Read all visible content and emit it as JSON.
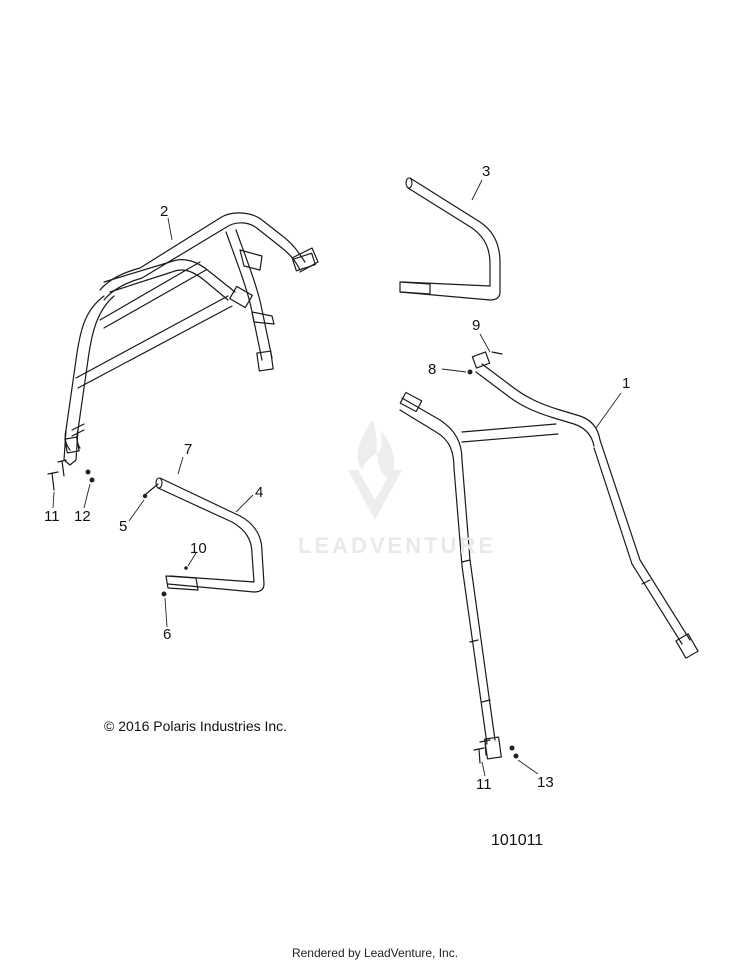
{
  "callouts": {
    "c1": "1",
    "c2": "2",
    "c3": "3",
    "c4": "4",
    "c5": "5",
    "c6": "6",
    "c7": "7",
    "c8": "8",
    "c9": "9",
    "c10": "10",
    "c11a": "11",
    "c12": "12",
    "c11b": "11",
    "c13": "13"
  },
  "copyright": "© 2016 Polaris Industries Inc.",
  "figure_number": "101011",
  "rendered_by": "Rendered by LeadVenture, Inc.",
  "watermark": "LEADVENTURE",
  "colors": {
    "line": "#1a1a1a",
    "background": "#ffffff",
    "watermark": "#e6e6e6"
  }
}
